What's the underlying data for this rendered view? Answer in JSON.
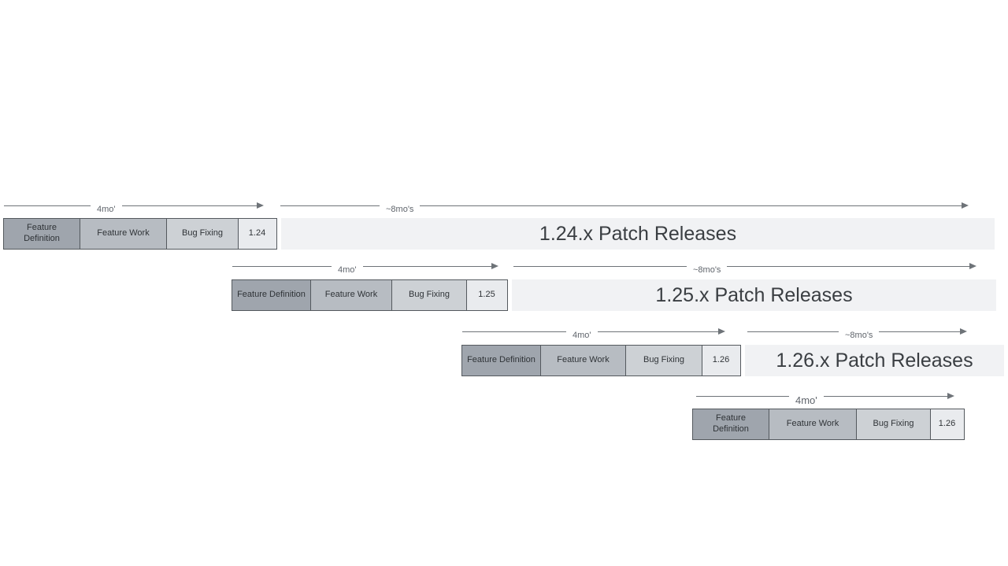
{
  "diagram": {
    "type": "release-cadence-timeline",
    "colors": {
      "feature_definition_fill": "#9fa5ad",
      "feature_work_fill": "#b7bcc2",
      "bug_fixing_fill": "#cdd1d5",
      "version_box_fill": "#e9ebee",
      "patch_bar_fill": "#f1f2f4",
      "box_border": "#54595e",
      "arrow": "#6e7378",
      "box_text": "#2f3337",
      "bar_text": "#3a3e42",
      "background": "#ffffff"
    },
    "rows": [
      {
        "version": "1.24",
        "phases": [
          "Feature Definition",
          "Feature Work",
          "Bug Fixing"
        ],
        "dev_duration": "4mo'",
        "patch_duration": "~8mo's",
        "patch_label": "1.24.x Patch Releases"
      },
      {
        "version": "1.25",
        "phases": [
          "Feature Definition",
          "Feature Work",
          "Bug Fixing"
        ],
        "dev_duration": "4mo'",
        "patch_duration": "~8mo's",
        "patch_label": "1.25.x Patch Releases"
      },
      {
        "version": "1.26",
        "phases": [
          "Feature Definition",
          "Feature Work",
          "Bug Fixing"
        ],
        "dev_duration": "4mo'",
        "patch_duration": "~8mo's",
        "patch_label": "1.26.x Patch Releases"
      },
      {
        "version": "1.26",
        "phases": [
          "Feature Definition",
          "Feature Work",
          "Bug Fixing"
        ],
        "dev_duration": "4mo'"
      }
    ]
  }
}
